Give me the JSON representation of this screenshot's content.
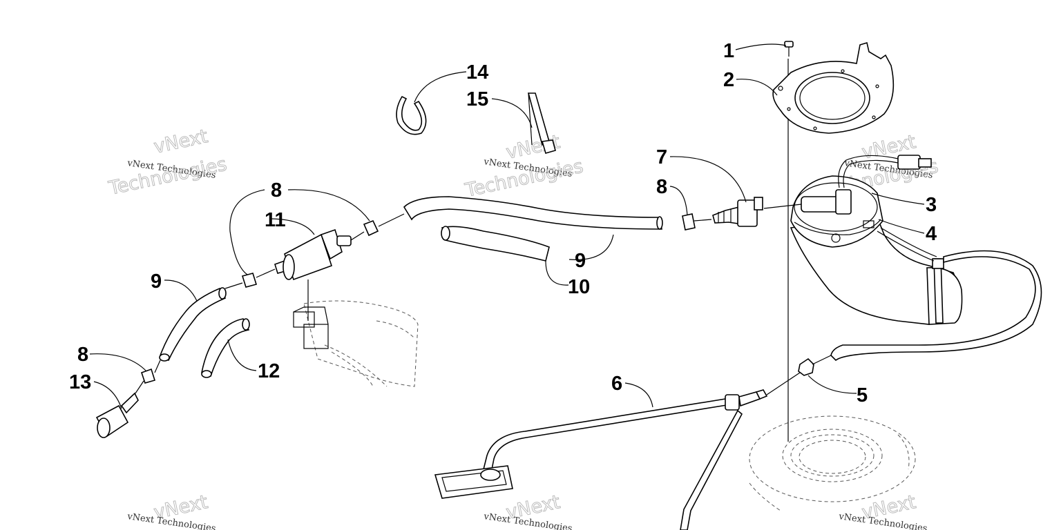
{
  "callouts": {
    "c1": "1",
    "c2": "2",
    "c3": "3",
    "c4": "4",
    "c5": "5",
    "c6": "6",
    "c7": "7",
    "c8a": "8",
    "c8b": "8",
    "c8c": "8",
    "c9a": "9",
    "c9b": "9",
    "c10": "10",
    "c11": "11",
    "c12": "12",
    "c13": "13",
    "c14": "14",
    "c15": "15"
  },
  "watermark": {
    "brand": "vNext",
    "company": "vNext Technologies",
    "word": "Technologies"
  }
}
